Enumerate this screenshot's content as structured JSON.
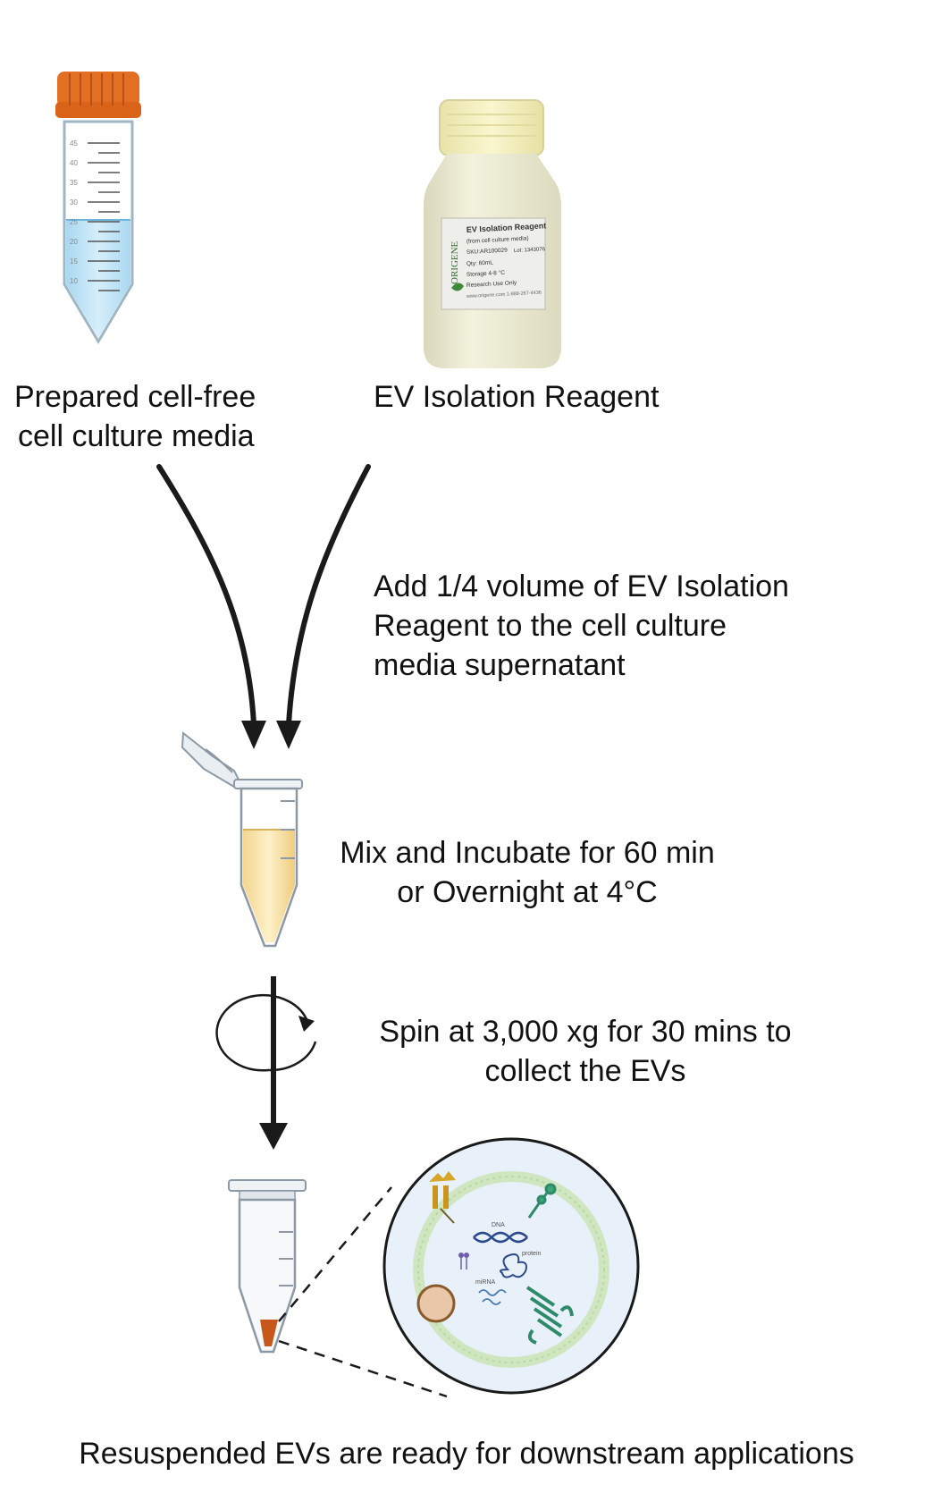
{
  "labels": {
    "media_line1": "Prepared cell-free",
    "media_line2": "cell culture media",
    "reagent": "EV Isolation Reagent",
    "add_line1": "Add 1/4 volume of EV Isolation",
    "add_line2": "Reagent to the cell culture",
    "add_line3": "media supernatant",
    "mix_line1": "Mix and Incubate for 60 min",
    "mix_line2": "or Overnight at 4°C",
    "spin_line1": "Spin at 3,000 xg for 30 mins to",
    "spin_line2": "collect the EVs",
    "final": "Resuspended EVs are ready for downstream applications"
  },
  "bottle_label": {
    "title": "EV Isolation Reagent",
    "subtitle": "(from cell culture media)",
    "sku": "SKU:AR100029",
    "lot": "Lot: 1343076",
    "qty": "Qty: 60mL",
    "storage": "Storage 4-8 °C",
    "use": "Research Use Only",
    "web": "www.origene.com  1-888-267-4436",
    "brand": "ORIGENE"
  },
  "tube_marks": [
    "45",
    "40",
    "35",
    "30",
    "25",
    "20",
    "15",
    "10"
  ],
  "ev_cargo": {
    "dna": "DNA",
    "protein": "protein",
    "mirna": "miRNA"
  },
  "colors": {
    "cap_orange": "#e36f23",
    "media_blue": "#bfe3f5",
    "bottle_cream": "#efeed6",
    "bottle_cap": "#f4f0c2",
    "incubate_yellow": "#fbe8b5",
    "pellet_orange": "#c5581a",
    "ev_bg": "#e8f0f9",
    "membrane_green": "#cfe6c0",
    "receptor_teal": "#2f8a6a",
    "arrow": "#1a1a1a"
  }
}
